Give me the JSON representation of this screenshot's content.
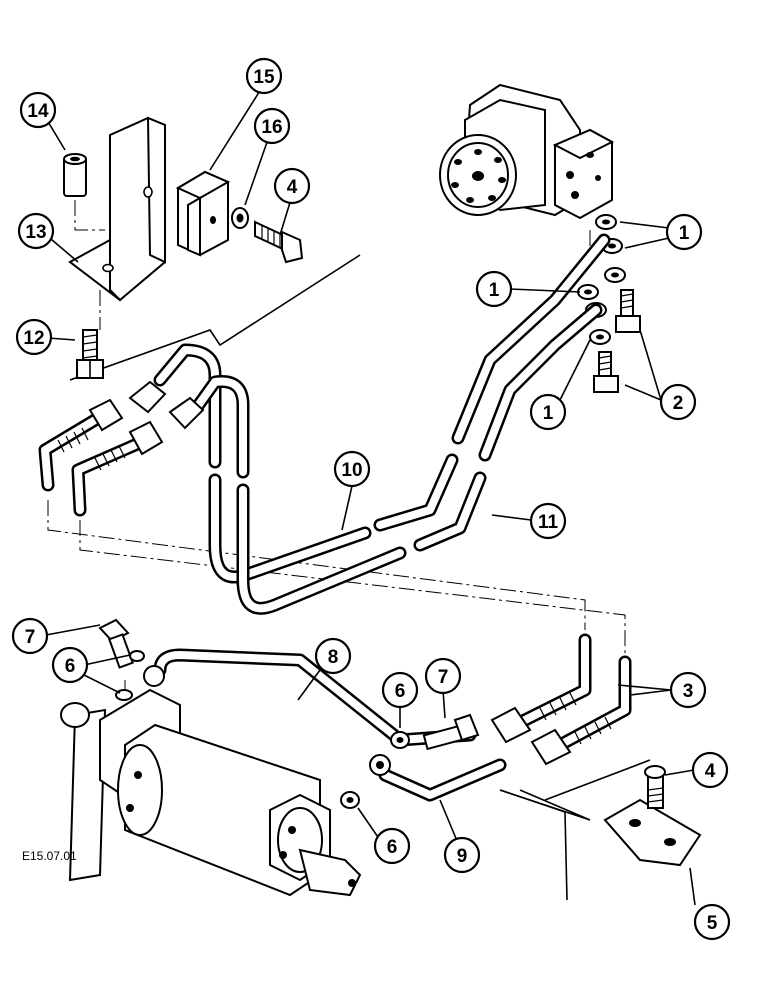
{
  "figure_code": "E15.07.01",
  "callouts": [
    {
      "id": "c1a",
      "label": "1"
    },
    {
      "id": "c1b",
      "label": "1"
    },
    {
      "id": "c1c",
      "label": "1"
    },
    {
      "id": "c2",
      "label": "2"
    },
    {
      "id": "c3",
      "label": "3"
    },
    {
      "id": "c4a",
      "label": "4"
    },
    {
      "id": "c4b",
      "label": "4"
    },
    {
      "id": "c5",
      "label": "5"
    },
    {
      "id": "c6a",
      "label": "6"
    },
    {
      "id": "c6b",
      "label": "6"
    },
    {
      "id": "c6c",
      "label": "6"
    },
    {
      "id": "c7a",
      "label": "7"
    },
    {
      "id": "c7b",
      "label": "7"
    },
    {
      "id": "c8",
      "label": "8"
    },
    {
      "id": "c9",
      "label": "9"
    },
    {
      "id": "c10",
      "label": "10"
    },
    {
      "id": "c11",
      "label": "11"
    },
    {
      "id": "c12",
      "label": "12"
    },
    {
      "id": "c13",
      "label": "13"
    },
    {
      "id": "c14",
      "label": "14"
    },
    {
      "id": "c15",
      "label": "15"
    },
    {
      "id": "c16",
      "label": "16"
    }
  ]
}
